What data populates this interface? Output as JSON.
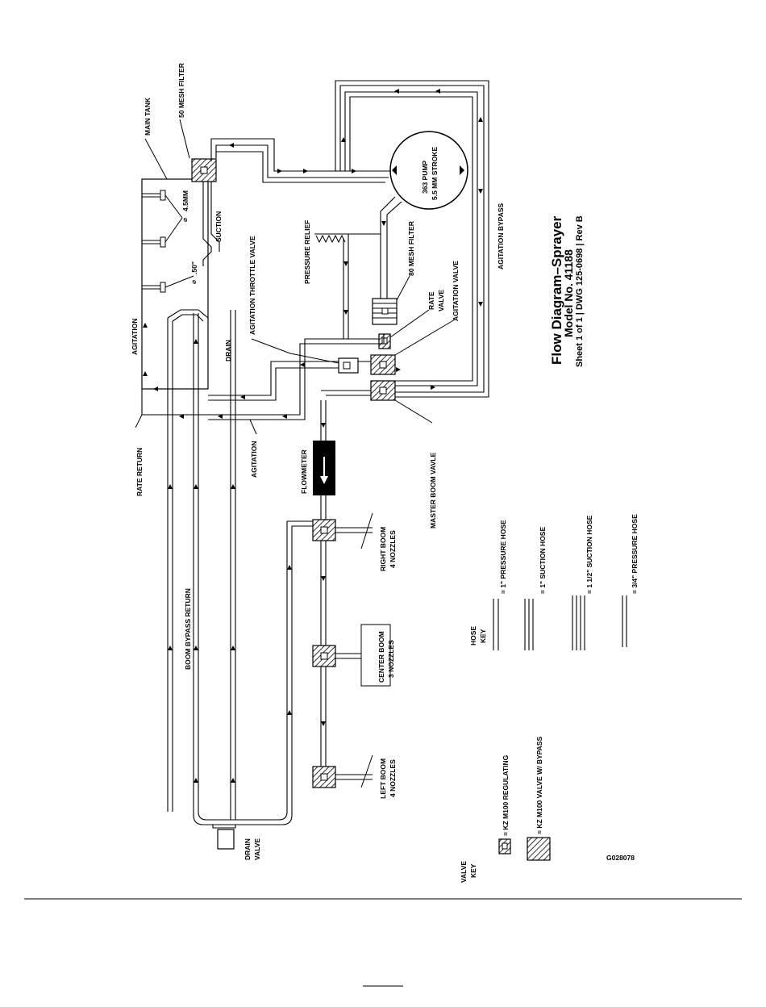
{
  "title": {
    "main": "Flow Diagram–Sprayer",
    "model": "Model No. 41188",
    "sheet": "Sheet 1 of 1 | DWG 125-0698 | Rev B"
  },
  "labels": {
    "main_tank": "MAIN TANK",
    "mesh50": "50 MESH FILTER",
    "d45": "4.5MM",
    "suction": "SUCTION",
    "d50": ".50\"",
    "agit_throttle": "AGITATION THROTTLE VALVE",
    "drain": "DRAIN",
    "agitation_left": "AGITATION",
    "agitation_mid": "AGITATION",
    "rate_return": "RATE RETURN",
    "pressure_relief": "PRESSURE RELIEF",
    "mesh80": "80 MESH FILTER",
    "rate_valve_1": "RATE",
    "rate_valve_2": "VALVE",
    "agit_valve": "AGITATION VALVE",
    "pump_1": "363 PUMP",
    "pump_2": "5.5 MM STROKE",
    "agit_bypass": "AGITATION BYPASS",
    "flowmeter": "FLOWMETER",
    "master_boom": "MASTER BOOM VAVLE",
    "right_boom_1": "RIGHT BOOM",
    "right_boom_2": "4 NOZZLES",
    "center_boom_1": "CENTER BOOM",
    "center_boom_2": "3 NOZZLES",
    "left_boom_1": "LEFT BOOM",
    "left_boom_2": "4 NOZZLES",
    "boom_bypass": "BOOM BYPASS RETURN",
    "drain_valve_1": "DRAIN",
    "drain_valve_2": "VALVE"
  },
  "hose_key": {
    "heading_1": "HOSE",
    "heading_2": "KEY",
    "items": [
      "= 1\" PRESSURE HOSE",
      "= 1\" SUCTION HOSE",
      "= 1 1/2\" SUCTION HOSE",
      "= 3/4\" PRESSURE HOSE"
    ]
  },
  "valve_key": {
    "heading_1": "VALVE",
    "heading_2": "KEY",
    "items": [
      "= KZ M100 REGULATING",
      "= KZ M100 VALVE W/ BYPASS"
    ]
  },
  "figure_id": "G028078"
}
